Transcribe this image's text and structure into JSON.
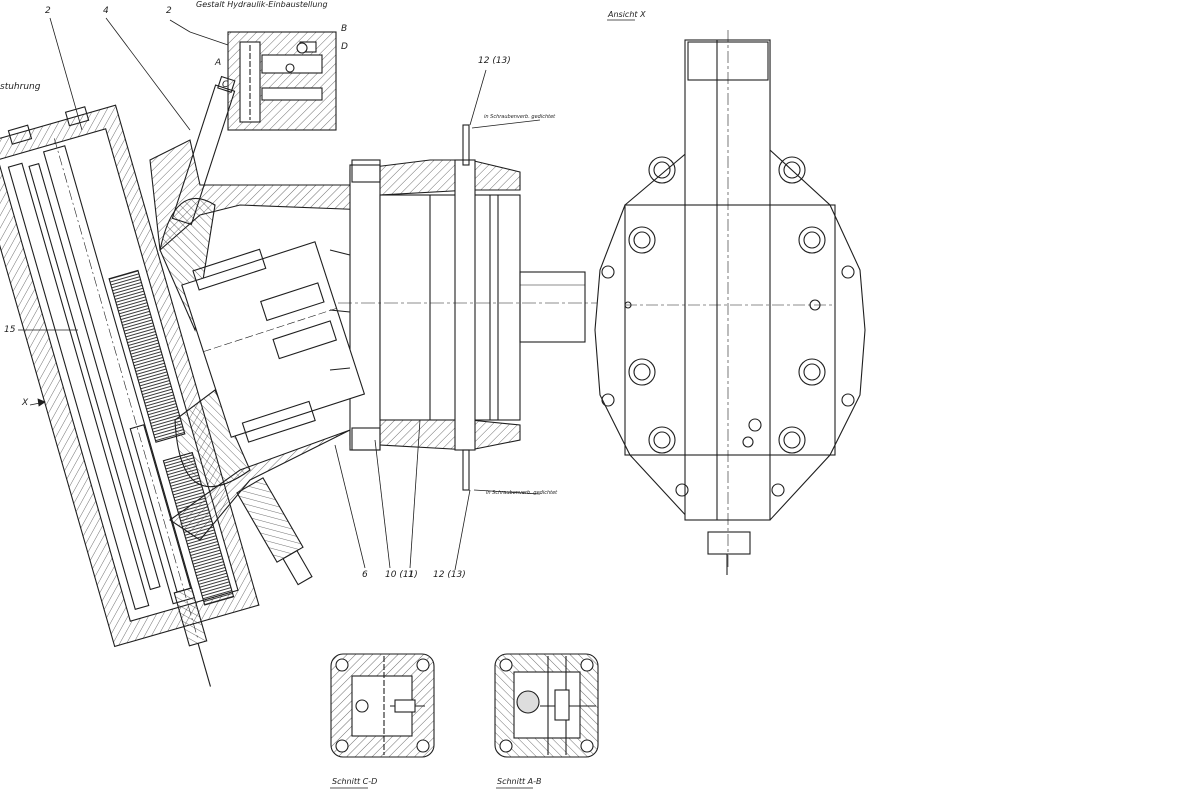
{
  "drawing": {
    "top_note": "Gestalt Hydraulik-Einbaustellung",
    "left_edge_text": "stuhrung",
    "view_label": "Ansicht X",
    "direction_label": "X",
    "section_cd": "Schnitt C-D",
    "section_ab": "Schnitt A-B",
    "port_labels": {
      "a": "A",
      "b": "B",
      "c": "C",
      "d": "D"
    },
    "part_numbers": {
      "p2_left": "2",
      "p4": "4",
      "p2_top": "2",
      "p15": "15",
      "p12_top": "12 (13)",
      "p6": "6",
      "p10": "10 (11)",
      "p1": "1",
      "p12_bottom": "12 (13)"
    },
    "leader_notes": {
      "top": "in Schraubenverb. gedichtet",
      "bottom": "in Schraubenverb. gedichtet"
    }
  }
}
